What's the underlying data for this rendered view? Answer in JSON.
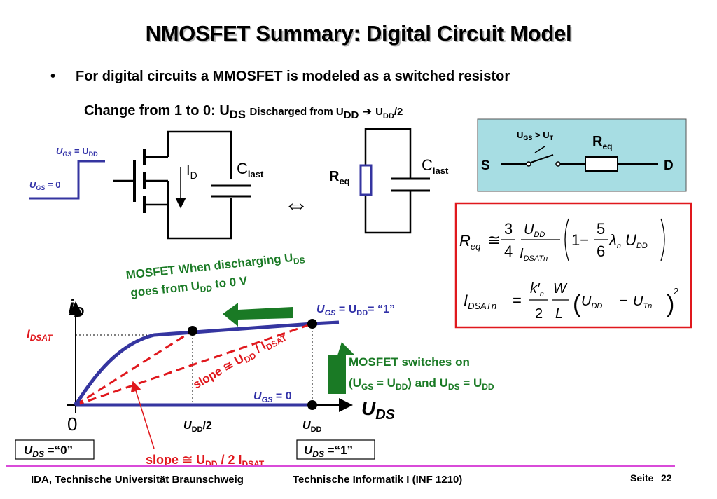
{
  "title": "NMOSFET Summary: Digital  Circuit Model",
  "bullet": {
    "marker": "•",
    "text": "For digital circuits a MMOSFET is modeled as a switched resistor"
  },
  "change": {
    "lead": "Change from 1 to 0: U",
    "lead_sub": "DS",
    "discharged": "Discharged from U",
    "discharged_sub": "DD",
    "arrow": "➔",
    "target": "U",
    "target_sub": "DD",
    "target_tail": "/2"
  },
  "circuit_left": {
    "ugs_high": "U",
    "ugs_high_sub": "GS",
    "ugs_high_tail": " = U",
    "ugs_high_tail_sub": "DD",
    "ugs_low": "U",
    "ugs_low_sub": "GS",
    "ugs_low_tail": " = 0",
    "id_label": "I",
    "id_sub": "D",
    "c_label": "C",
    "c_sub": "last"
  },
  "equivalence_symbol": "⇔",
  "circuit_right": {
    "r_label": "R",
    "r_sub": "eq",
    "c_label": "C",
    "c_sub": "last"
  },
  "switch_box": {
    "cond": "U",
    "cond_sub": "GS",
    "cond_op": " > U",
    "cond_sub2": "T",
    "r_label": "R",
    "r_sub": "eq",
    "s_label": "S",
    "d_label": "D"
  },
  "formulas": {
    "req_lhs": "R",
    "req_lhs_sub": "eq",
    "approx": "≅",
    "f1_num": "3",
    "f1_den": "4",
    "u_dd": "U",
    "u_dd_sub": "DD",
    "i_dsatn": "I",
    "i_dsatn_sub": "DSATn",
    "one_minus": "1−",
    "f2_num": "5",
    "f2_den": "6",
    "lambda": "λ",
    "lambda_sub": "n",
    "idsat_lhs": "I",
    "idsat_lhs_sub": "DSATn",
    "equals": "=",
    "kn": "k′",
    "kn_sub": "n",
    "two": "2",
    "w": "W",
    "l": "L",
    "u_tn": "U",
    "u_tn_sub": "Tn",
    "minus": "−",
    "exponent": "2"
  },
  "graph": {
    "y_axis": "i",
    "y_axis_sub": "D",
    "x_axis": "U",
    "x_axis_sub": "DS",
    "origin": "0",
    "idsat": "I",
    "idsat_sub": "DSAT",
    "tick_half": "U",
    "tick_half_sub": "DD",
    "tick_half_tail": "/2",
    "tick_full": "U",
    "tick_full_sub": "DD",
    "curve_high": "U",
    "curve_high_sub": "GS",
    "curve_high_tail": " = U",
    "curve_high_tail_sub": "DD",
    "curve_high_tail2": "= “1”",
    "curve_low": "U",
    "curve_low_sub": "GS",
    "curve_low_tail": " = 0",
    "discharging_line1": "MOSFET When discharging U",
    "discharging_line1_sub": "DS",
    "discharging_line2": "goes from U",
    "discharging_line2_sub": "DD",
    "discharging_line2_tail": " to  0 V",
    "slope1": "slope ≅ U",
    "slope1_sub": "DD",
    "slope1_tail": " / I",
    "slope1_sub2": "DSAT",
    "slope2": "slope ≅ U",
    "slope2_sub": "DD",
    "slope2_tail": " / 2 I",
    "slope2_sub2": "DSAT",
    "switch_on_line1": "MOSFET switches on",
    "switch_on_line2a": "(U",
    "switch_on_line2a_sub": "GS",
    "switch_on_line2b": " = U",
    "switch_on_line2b_sub": "DD",
    "switch_on_line2c": ") and U",
    "switch_on_line2c_sub": "DS",
    "switch_on_line2d": " = U",
    "switch_on_line2d_sub": "DD",
    "box_zero": "U",
    "box_zero_sub": "DS",
    "box_zero_tail": " =“0”",
    "box_one": "U",
    "box_one_sub": "DS",
    "box_one_tail": " =“1”"
  },
  "footer": {
    "left": "IDA, Technische Universität Braunschweig",
    "center": "Technische Informatik I (INF 1210)",
    "page_label": "Seite",
    "page_number": "22"
  },
  "colors": {
    "blue_curve": "#3535a0",
    "red": "#e0181d",
    "green": "#1a7a25",
    "label_blue": "#3232a8",
    "switch_box": "#a7dde3",
    "footer_line": "#d94bd9"
  }
}
